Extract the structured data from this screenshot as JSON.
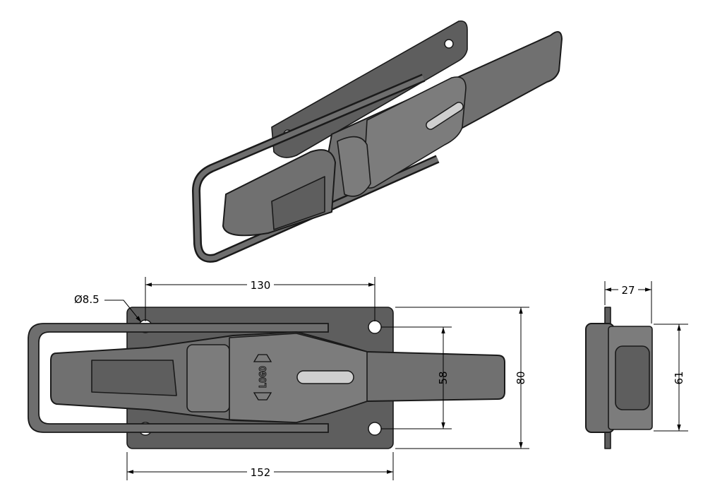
{
  "drawing": {
    "logo_text": "LOGO",
    "colors": {
      "part_fill": "#707070",
      "outline": "#1a1a1a",
      "dimension": "#000000"
    },
    "dimensions": {
      "hole_diameter": "Ø8.5",
      "hole_spacing_horizontal": "130",
      "plate_width": "152",
      "hole_spacing_vertical": "58",
      "plate_height": "80",
      "side_depth": "27",
      "side_height": "61"
    }
  }
}
